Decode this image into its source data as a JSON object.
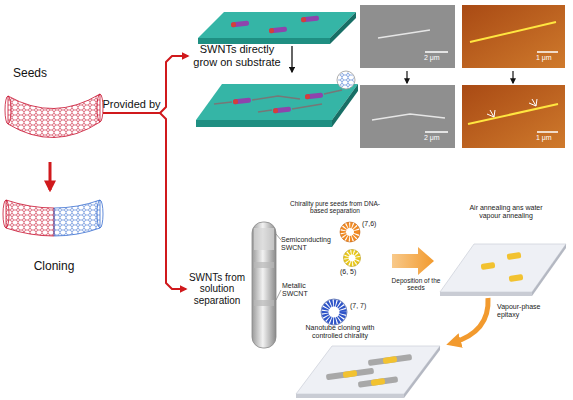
{
  "diagram": {
    "nodes": [
      {
        "text": [
          "Seeds"
        ]
      },
      {
        "text": [
          "Cloning"
        ]
      },
      {
        "text": [
          "SWNTs directly grow on substrate"
        ]
      },
      {
        "text": [
          "SWNTs from solution separation"
        ]
      }
    ],
    "edges": [
      {
        "from": 0,
        "to": 1,
        "arrow": "to"
      },
      {
        "from": 0,
        "to": 2,
        "label": "Provided by",
        "arrow": "to"
      },
      {
        "from": 0,
        "to": 3,
        "arrow": "to"
      }
    ],
    "labels": [
      "2 μm",
      "1 μm",
      "2 μm",
      "1 μm",
      "Chirality pure seeds from DNA-based separation",
      "Semiconducting SWCNT",
      "(7,6)",
      "(6, 5)",
      "Metallic SWCNT",
      "(7, 7)",
      "Air annealing ans water vapour annealing",
      "Deposition of the seeds",
      "Vapour-phase epitaxy",
      "Nanotube cloning with controlled chirality"
    ]
  }
}
